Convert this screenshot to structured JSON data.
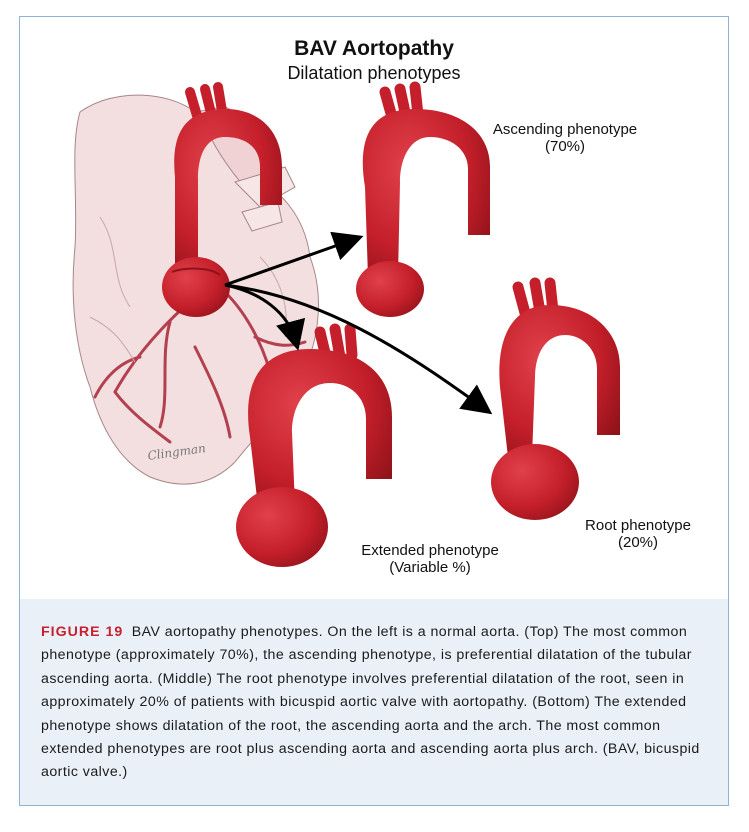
{
  "diagram": {
    "title": "BAV Aortopathy",
    "subtitle": "Dilatation phenotypes",
    "labels": {
      "ascending_name": "Ascending phenotype",
      "ascending_pct": "(70%)",
      "root_name": "Root phenotype",
      "root_pct": "(20%)",
      "extended_name": "Extended phenotype",
      "extended_pct": "(Variable %)"
    },
    "signature": "Clingman",
    "colors": {
      "aorta": "#c41f2a",
      "aorta_dark": "#8e1219",
      "heart": "#f2dcdc",
      "vessels": "#b3404f",
      "arrow": "#000000"
    }
  },
  "caption": {
    "figure_label": "FIGURE 19",
    "text": "BAV aortopathy phenotypes. On the left is a normal aorta. (Top) The most common phenotype (approximately 70%), the ascending phenotype, is preferential dilatation of the tubular ascending aorta. (Middle) The root phenotype involves preferential dilatation of the root, seen in approximately 20% of patients with bicuspid aortic valve with aortopathy. (Bottom) The extended phenotype shows dilatation of the root, the ascending aorta and the arch. The most common extended phenotypes are root plus ascending aorta and ascending aorta plus arch. (BAV, bicuspid aortic valve.)"
  }
}
